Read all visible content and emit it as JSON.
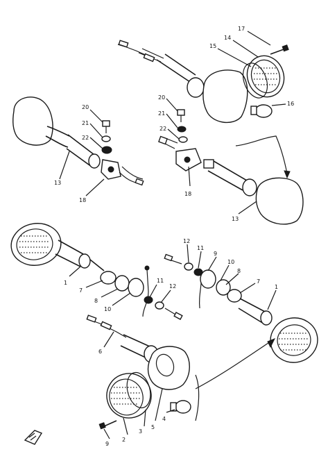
{
  "callouts": {
    "c17": "17",
    "c14": "14",
    "c15": "15",
    "c16": "16",
    "c20a": "20",
    "c21a": "21",
    "c22a": "22",
    "c13a": "13",
    "c18a": "18",
    "c20b": "20",
    "c21b": "21",
    "c22b": "22",
    "c18b": "18",
    "c13b": "13",
    "c12a": "12",
    "c11a": "11",
    "c9a": "9",
    "c10a": "10",
    "c8a": "8",
    "c7a": "7",
    "c1a": "1",
    "c1b": "1",
    "c7b": "7",
    "c8b": "8",
    "c10b": "10",
    "c9b": "9",
    "c11b": "11",
    "c12b": "12",
    "c6": "6",
    "c5": "5",
    "c4": "4",
    "c3": "3",
    "c2": "2"
  },
  "icons": {
    "front_arrow": "front-arrow-icon"
  }
}
